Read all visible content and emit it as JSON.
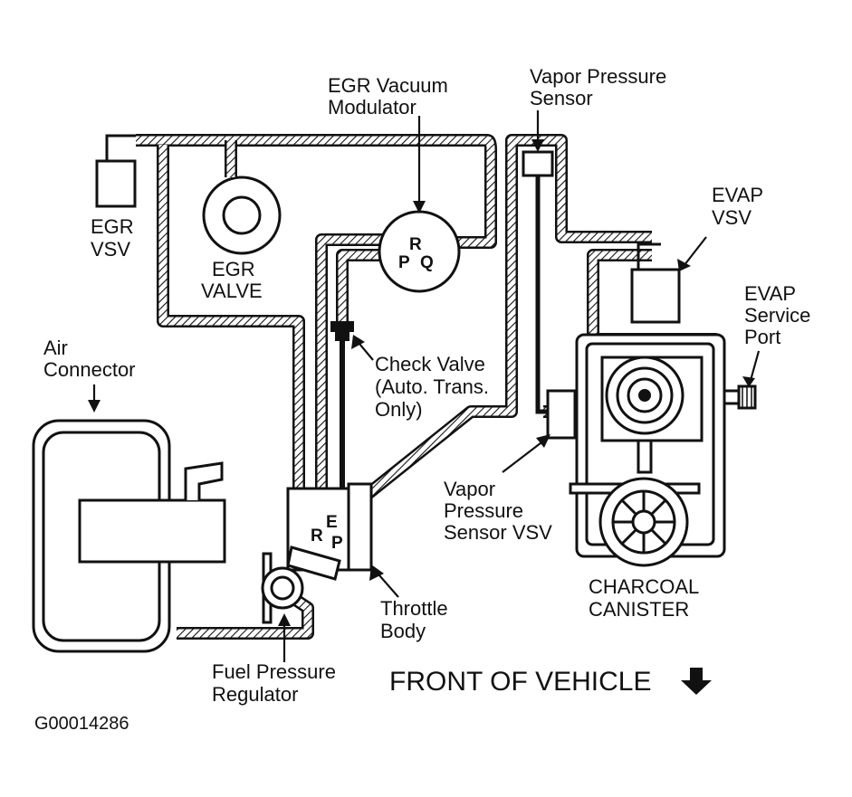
{
  "labels": {
    "egr_vacuum_modulator": [
      "EGR Vacuum",
      "Modulator"
    ],
    "vapor_pressure_sensor": [
      "Vapor Pressure",
      "Sensor"
    ],
    "egr_vsv": [
      "EGR",
      "VSV"
    ],
    "egr_valve": [
      "EGR",
      "VALVE"
    ],
    "evap_vsv": [
      "EVAP",
      "VSV"
    ],
    "evap_service_port": [
      "EVAP",
      "Service",
      "Port"
    ],
    "air_connector": [
      "Air",
      "Connector"
    ],
    "check_valve": [
      "Check Valve",
      "(Auto. Trans.",
      "Only)"
    ],
    "vapor_pressure_sensor_vsv": [
      "Vapor",
      "Pressure",
      "Sensor VSV"
    ],
    "charcoal_canister": [
      "CHARCOAL",
      "CANISTER"
    ],
    "throttle_body": [
      "Throttle",
      "Body"
    ],
    "fuel_pressure_regulator": [
      "Fuel Pressure",
      "Regulator"
    ],
    "front_of_vehicle": "FRONT OF VEHICLE",
    "figure_id": "G00014286"
  },
  "ports": {
    "modulator": {
      "r": "R",
      "p": "P",
      "q": "Q"
    },
    "throttle": {
      "r": "R",
      "e": "E",
      "p": "P"
    }
  },
  "icons": {
    "front_arrow": "down-arrow-icon"
  },
  "colors": {
    "ink": "#111111",
    "background": "#ffffff"
  }
}
